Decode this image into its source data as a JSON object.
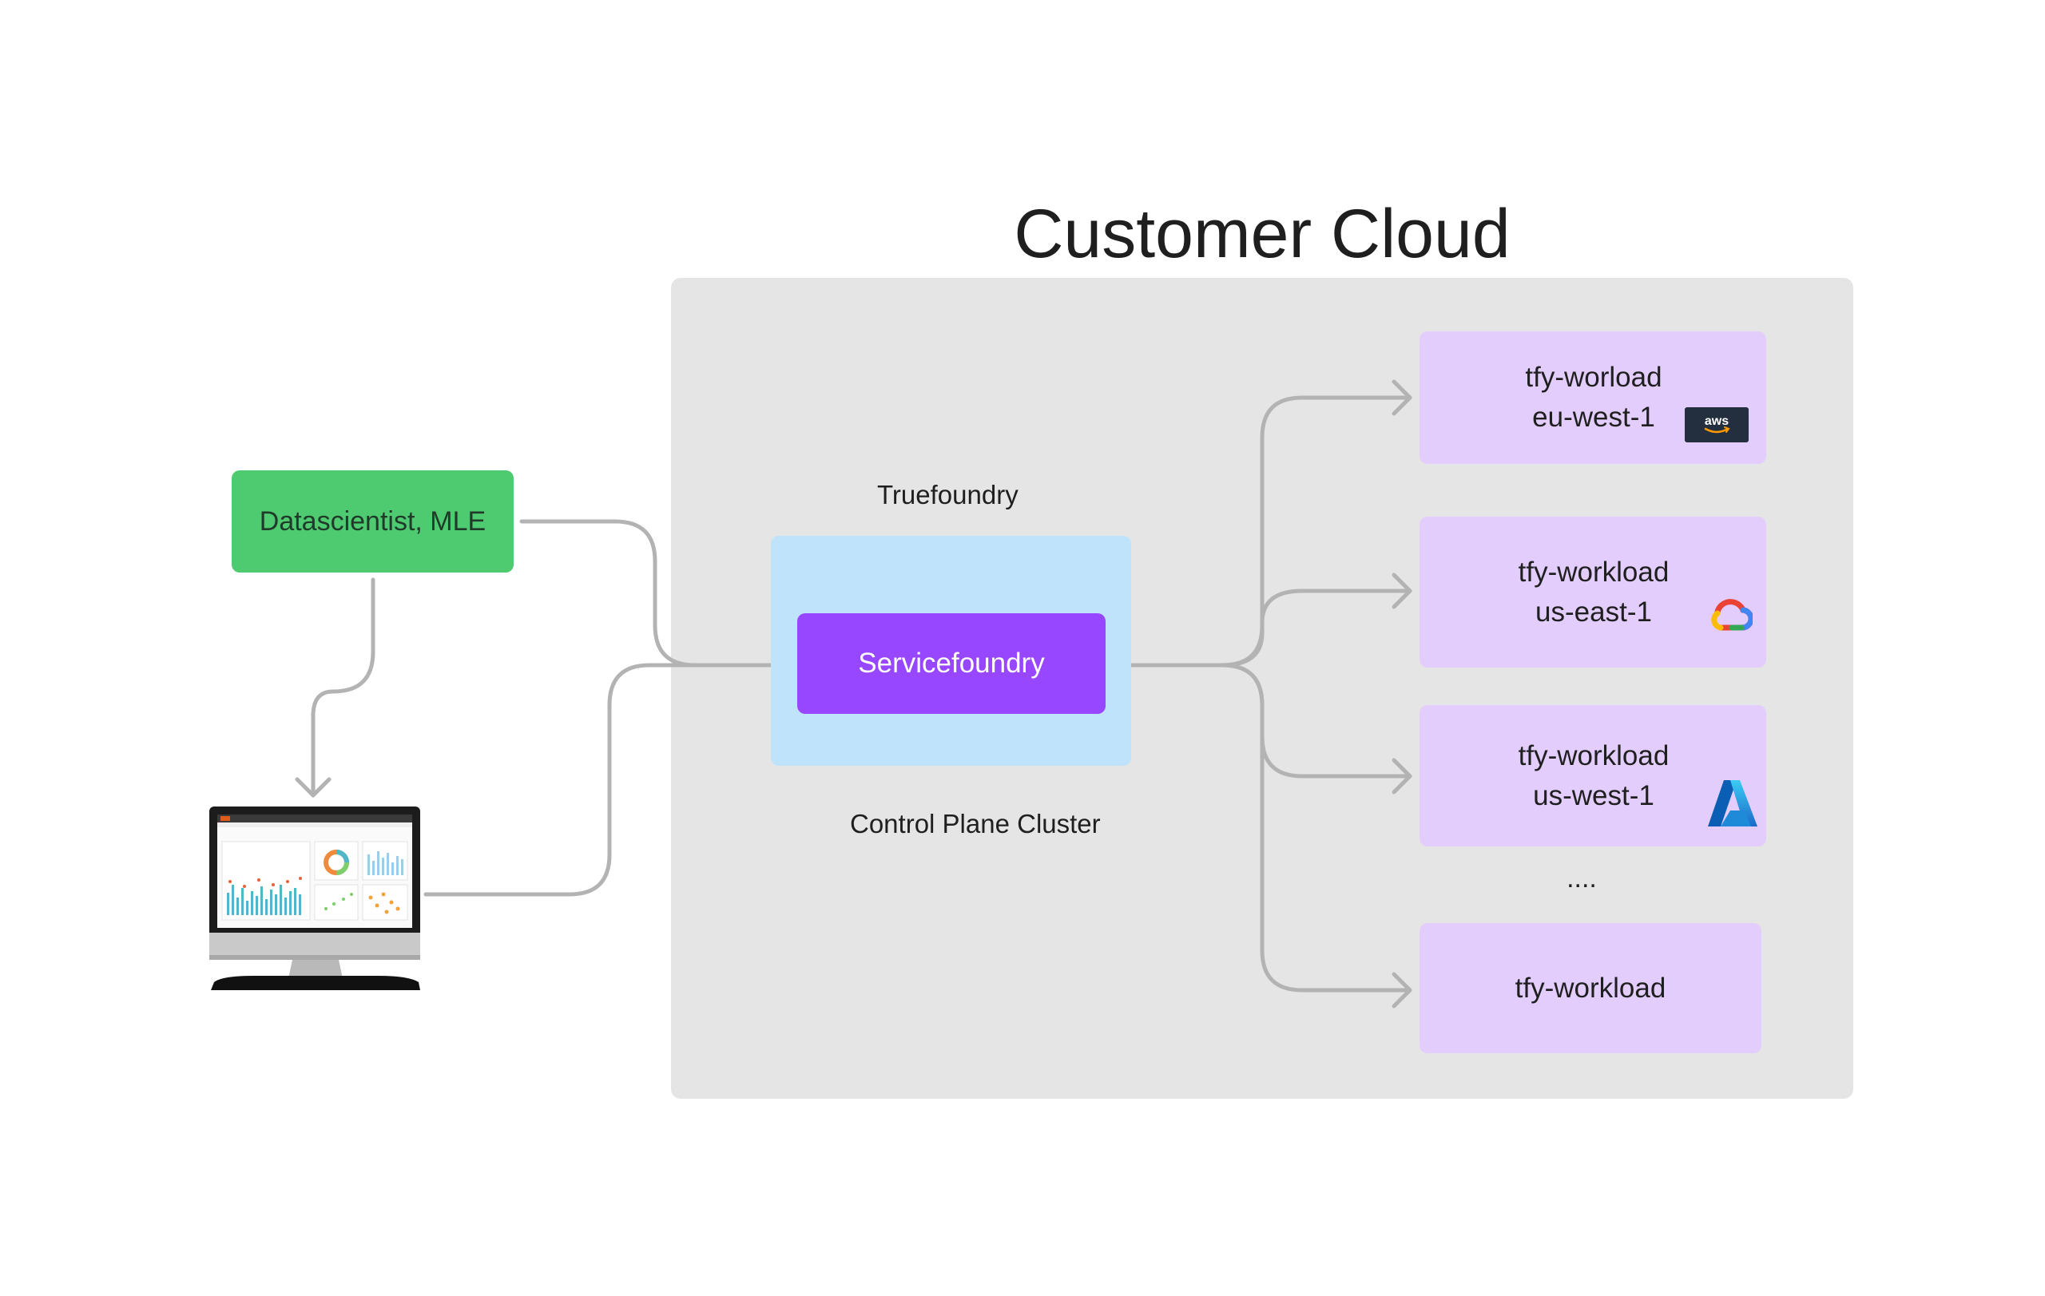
{
  "title": "Customer Cloud",
  "user_node": {
    "label": "Datascientist, MLE"
  },
  "control_plane": {
    "top_label": "Truefoundry",
    "service_label": "Servicefoundry",
    "bottom_label": "Control Plane Cluster"
  },
  "workloads": [
    {
      "name": "tfy-worload",
      "region": "eu-west-1",
      "cloud_icon": "aws-logo-icon",
      "icon_text": "aws"
    },
    {
      "name": "tfy-workload",
      "region": "us-east-1",
      "cloud_icon": "google-cloud-logo-icon"
    },
    {
      "name": "tfy-workload",
      "region": "us-west-1",
      "cloud_icon": "azure-logo-icon"
    },
    {
      "name": "tfy-workload"
    }
  ],
  "ellipsis": "....",
  "colors": {
    "cloud_panel": "#e5e5e5",
    "user_node": "#4ecb71",
    "control_plane": "#bee3fb",
    "servicefoundry": "#9747ff",
    "workload": "#e3cdfd",
    "connector": "#b3b3b3"
  }
}
